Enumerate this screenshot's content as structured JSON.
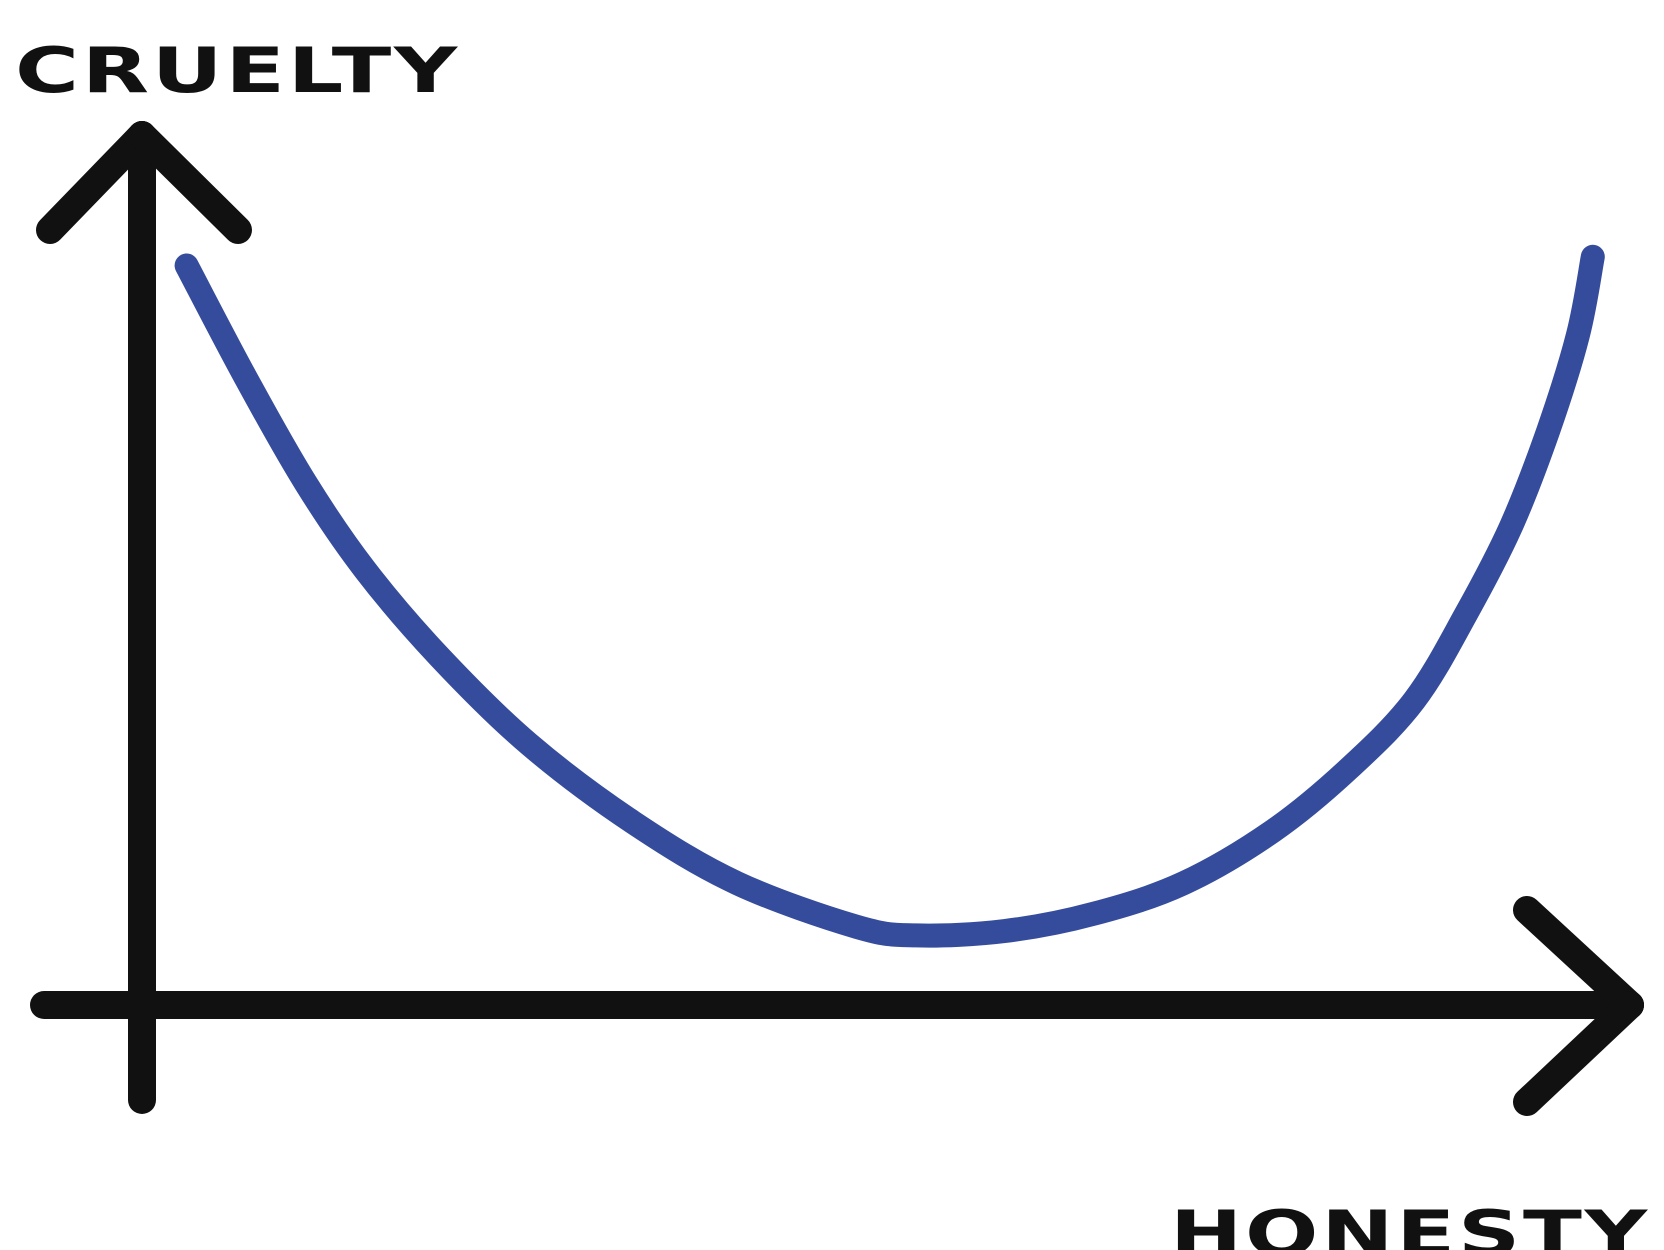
{
  "chart_data": {
    "type": "line",
    "title": "",
    "ylabel": "CRUELTY",
    "xlabel": "HONESTY",
    "grid": false,
    "legend": "none",
    "colors": {
      "axes": "#111111",
      "curve": "#354C9C",
      "background": "#ffffff"
    },
    "xlim": [
      0,
      100
    ],
    "ylim": [
      0,
      100
    ],
    "series": [
      {
        "values": [
          [
            3,
            85
          ],
          [
            7,
            72
          ],
          [
            11,
            60
          ],
          [
            15,
            50
          ],
          [
            20,
            40
          ],
          [
            26,
            30
          ],
          [
            33,
            21
          ],
          [
            40,
            14
          ],
          [
            48,
            9
          ],
          [
            52,
            8
          ],
          [
            58,
            8.5
          ],
          [
            64,
            10.5
          ],
          [
            70,
            14
          ],
          [
            76,
            20
          ],
          [
            81,
            27
          ],
          [
            85.5,
            35
          ],
          [
            89,
            45
          ],
          [
            92,
            55
          ],
          [
            94.5,
            66
          ],
          [
            96.5,
            77
          ],
          [
            97.5,
            86
          ]
        ]
      }
    ]
  }
}
